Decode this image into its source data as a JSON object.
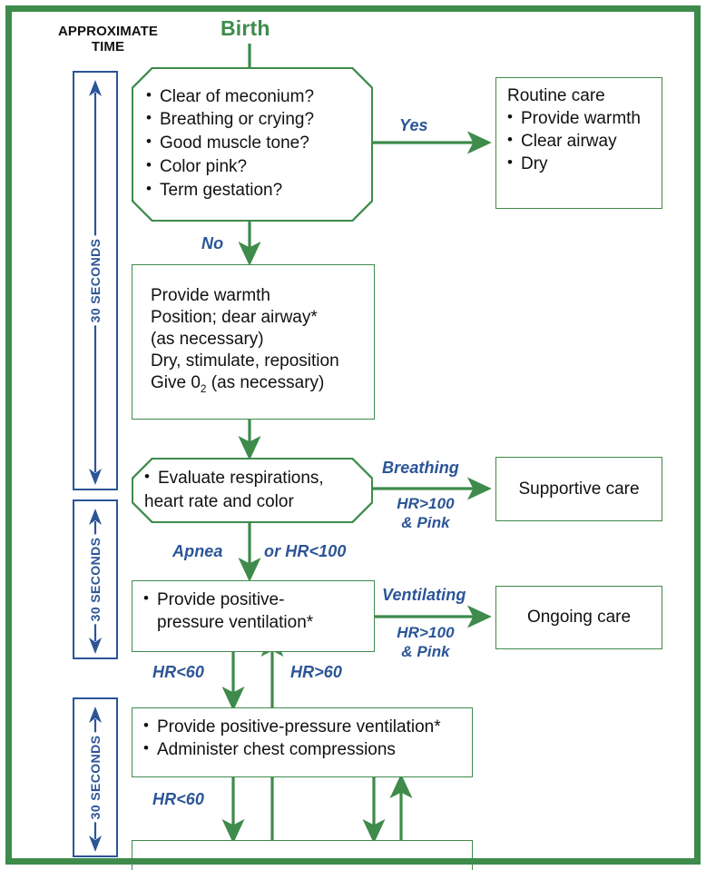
{
  "diagram": {
    "title": "Birth",
    "time_column": {
      "header_line1": "APPROXIMATE",
      "header_line2": "TIME",
      "segments": [
        {
          "label": "30 SECONDS"
        },
        {
          "label": "30 SECONDS"
        },
        {
          "label": "30 SECONDS"
        }
      ]
    },
    "nodes": {
      "initial_assessment": {
        "shape": "octagon",
        "items": [
          "Clear of meconium?",
          "Breathing or crying?",
          "Good muscle tone?",
          "Color pink?",
          "Term gestation?"
        ]
      },
      "routine_care": {
        "shape": "rect",
        "title": "Routine care",
        "items": [
          "Provide warmth",
          "Clear airway",
          "Dry"
        ]
      },
      "initial_steps": {
        "shape": "rect",
        "lines": [
          "Provide warmth",
          "Position; dear airway*",
          "(as necessary)",
          "Dry, stimulate, reposition",
          "Give 0"
        ],
        "o2_subscript": "2",
        "o2_suffix": " (as necessary)"
      },
      "evaluate": {
        "shape": "octagon",
        "items": [
          "Evaluate respirations,",
          "heart rate and color"
        ],
        "line1": "Evaluate respirations,",
        "line2": "heart rate and color"
      },
      "supportive_care": {
        "shape": "rect",
        "label": "Supportive care"
      },
      "ppv": {
        "shape": "rect",
        "line1": "Provide positive-",
        "line2": "pressure ventilation*"
      },
      "ongoing_care": {
        "shape": "rect",
        "label": "Ongoing care"
      },
      "compressions": {
        "shape": "rect",
        "items": [
          "Provide positive-pressure ventilation*",
          "Administer chest compressions"
        ]
      },
      "bottom_cut": {
        "shape": "rect",
        "label": ""
      }
    },
    "edge_labels": {
      "yes": "Yes",
      "no": "No",
      "breathing": "Breathing",
      "breathing_sub1": "HR>100",
      "breathing_sub2": "& Pink",
      "apnea": "Apnea",
      "or_hr_lt_100": "or HR<100",
      "ventilating": "Ventilating",
      "ventilating_sub1": "HR>100",
      "ventilating_sub2": "& Pink",
      "hr_lt_60_a": "HR<60",
      "hr_gt_60": "HR>60",
      "hr_lt_60_b": "HR<60"
    },
    "colors": {
      "frame_green": "#3e8b4c",
      "flow_green": "#3e8b4c",
      "label_blue": "#2b5597",
      "text_black": "#111111",
      "background": "#ffffff"
    }
  }
}
